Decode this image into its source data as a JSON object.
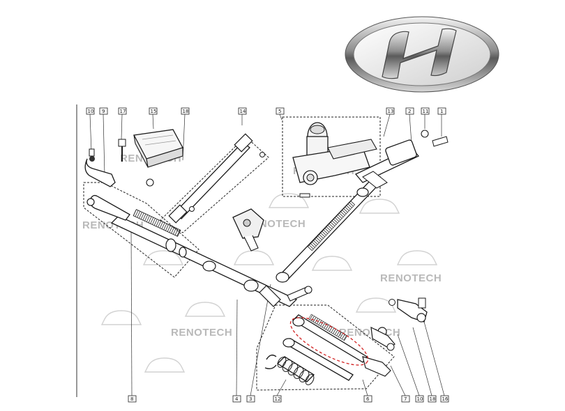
{
  "brand": {
    "logo_name": "hyundai-logo"
  },
  "watermark": {
    "text": "RENOTECH"
  },
  "colors": {
    "line": "#1a1a1a",
    "watermark": "#b9b9b9",
    "highlight": "#d22222"
  },
  "callouts": {
    "top": [
      "10",
      "9",
      "17",
      "15",
      "18",
      "14",
      "5",
      "13",
      "2",
      "11",
      "1"
    ],
    "bottom": [
      "8",
      "4",
      "3",
      "12",
      "6",
      "7",
      "10",
      "18",
      "16"
    ]
  }
}
